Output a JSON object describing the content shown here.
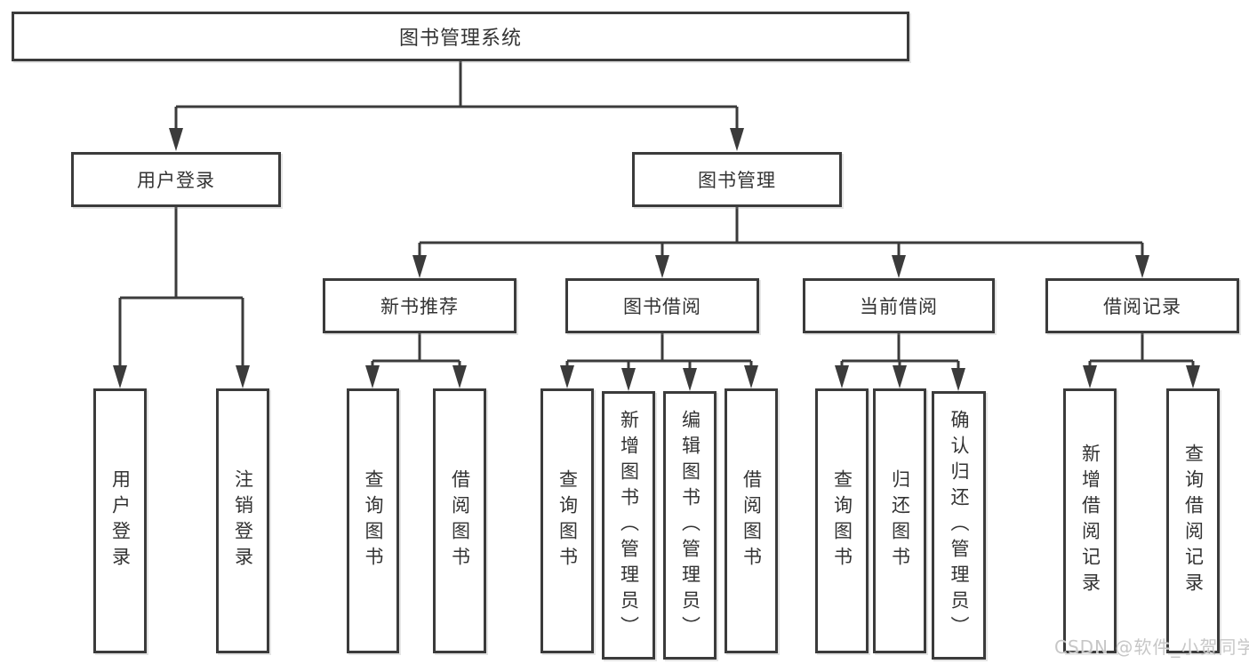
{
  "diagram": {
    "root": {
      "label": "图书管理系统"
    },
    "children": [
      {
        "label": "用户登录",
        "children": [
          {
            "label": "用户登录"
          },
          {
            "label": "注销登录"
          }
        ]
      },
      {
        "label": "图书管理",
        "children": [
          {
            "label": "新书推荐",
            "children": [
              {
                "label": "查询图书"
              },
              {
                "label": "借阅图书"
              }
            ]
          },
          {
            "label": "图书借阅",
            "children": [
              {
                "label": "查询图书"
              },
              {
                "label": "新增图书（管理员）"
              },
              {
                "label": "编辑图书（管理员）"
              },
              {
                "label": "借阅图书"
              }
            ]
          },
          {
            "label": "当前借阅",
            "children": [
              {
                "label": "查询图书"
              },
              {
                "label": "归还图书"
              },
              {
                "label": "确认归还（管理员）"
              }
            ]
          },
          {
            "label": "借阅记录",
            "children": [
              {
                "label": "新增借阅记录"
              },
              {
                "label": "查询借阅记录"
              }
            ]
          }
        ]
      }
    ]
  },
  "watermark": {
    "text": "CSDN @软件_小贺同学"
  },
  "colors": {
    "line": "#3b3b3b",
    "text": "#333333",
    "watermark": "#c7c7c7",
    "background": "#ffffff"
  }
}
